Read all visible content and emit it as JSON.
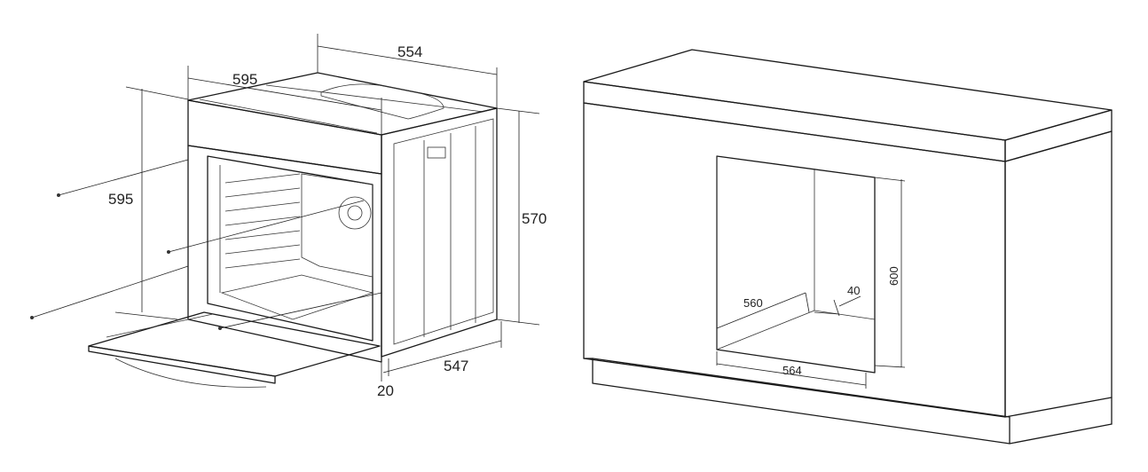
{
  "oven": {
    "dimensions": {
      "width_top": "554",
      "width_front": "595",
      "height_front": "595",
      "height_side": "570",
      "depth": "547",
      "door_offset": "20"
    }
  },
  "cabinet": {
    "dimensions": {
      "cutout_height": "600",
      "cutout_depth": "560",
      "rear_gap": "40",
      "cutout_width": "564"
    }
  },
  "colors": {
    "line": "#1a1a1a",
    "background": "#ffffff"
  }
}
